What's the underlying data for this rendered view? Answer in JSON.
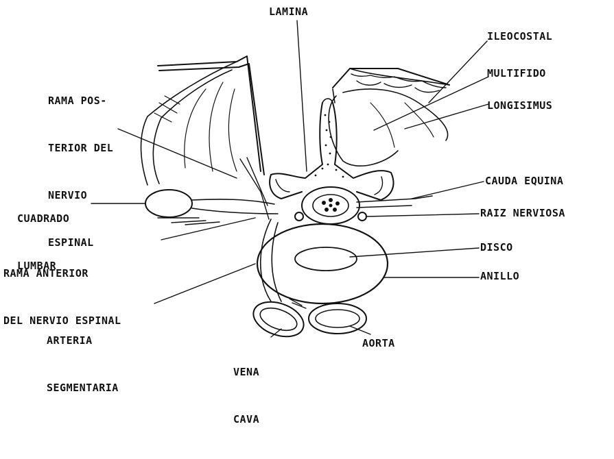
{
  "labels": {
    "lamina": "LAMINA",
    "ileocostal": "ILEOCOSTAL",
    "multifido": "MULTIFIDO",
    "longisimus": "LONGISIMUS",
    "rama_posterior": [
      "RAMA POS-",
      "TERIOR DEL",
      "NERVIO",
      "ESPINAL"
    ],
    "cuadrado_lumbar": [
      "CUADRADO",
      "LUMBAR"
    ],
    "cauda_equina": "CAUDA EQUINA",
    "raiz_nerviosa": "RAIZ NERVIOSA",
    "rama_anterior": [
      "RAMA ANTERIOR",
      "DEL NERVIO ESPINAL"
    ],
    "disco": "DISCO",
    "anillo": "ANILLO",
    "arteria_segmentaria": [
      "ARTERIA",
      "SEGMENTARIA"
    ],
    "vena_cava": [
      "VENA",
      "CAVA"
    ],
    "aorta": "AORTA"
  },
  "colors": {
    "ink": "#111111",
    "background": "#ffffff"
  }
}
